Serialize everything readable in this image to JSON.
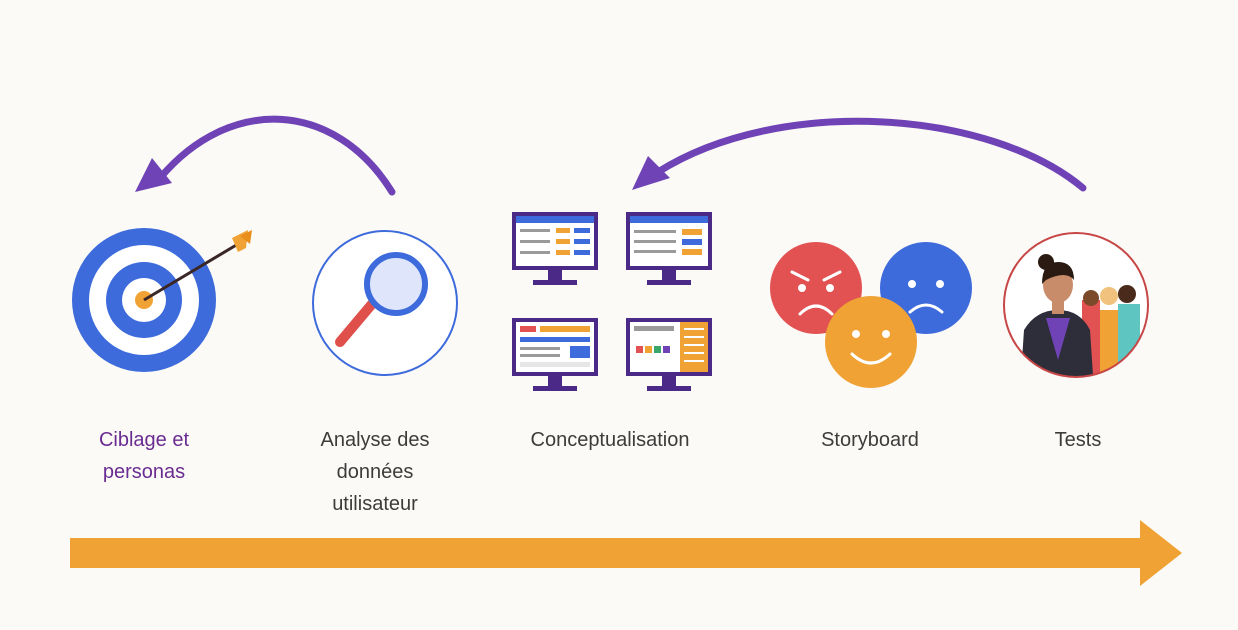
{
  "colors": {
    "background": "#fbfaf6",
    "feedback_arrow": "#6f43b6",
    "timeline_arrow": "#f0a235",
    "active_label": "#6a2c91",
    "label": "#3c3c3c",
    "target_blue": "#3d6bdc",
    "target_center": "#f0a235",
    "magnifier_ring": "#3d6bdc",
    "magnifier_handle": "#e0504a",
    "screen_frame": "#4a2a86",
    "face_angry": "#e25252",
    "face_happy": "#f0a235",
    "face_sad": "#3d6bdc",
    "tests_ring": "#c74646"
  },
  "steps": [
    {
      "id": "ciblage",
      "icon": "target-arrow-icon",
      "lines": [
        "Ciblage et",
        "personas"
      ],
      "active": true
    },
    {
      "id": "analyse",
      "icon": "magnifying-glass-icon",
      "lines": [
        "Analyse des",
        "données",
        "utilisateur"
      ],
      "active": false
    },
    {
      "id": "conceptualisation",
      "icon": "monitor-wireframes-icon",
      "lines": [
        "Conceptualisation"
      ],
      "active": false
    },
    {
      "id": "storyboard",
      "icon": "emotion-faces-icon",
      "lines": [
        "Storyboard"
      ],
      "active": false
    },
    {
      "id": "tests",
      "icon": "user-group-icon",
      "lines": [
        "Tests"
      ],
      "active": false
    }
  ],
  "feedback_arrows": [
    {
      "from": "analyse",
      "to": "ciblage"
    },
    {
      "from": "tests",
      "to": "conceptualisation"
    }
  ]
}
